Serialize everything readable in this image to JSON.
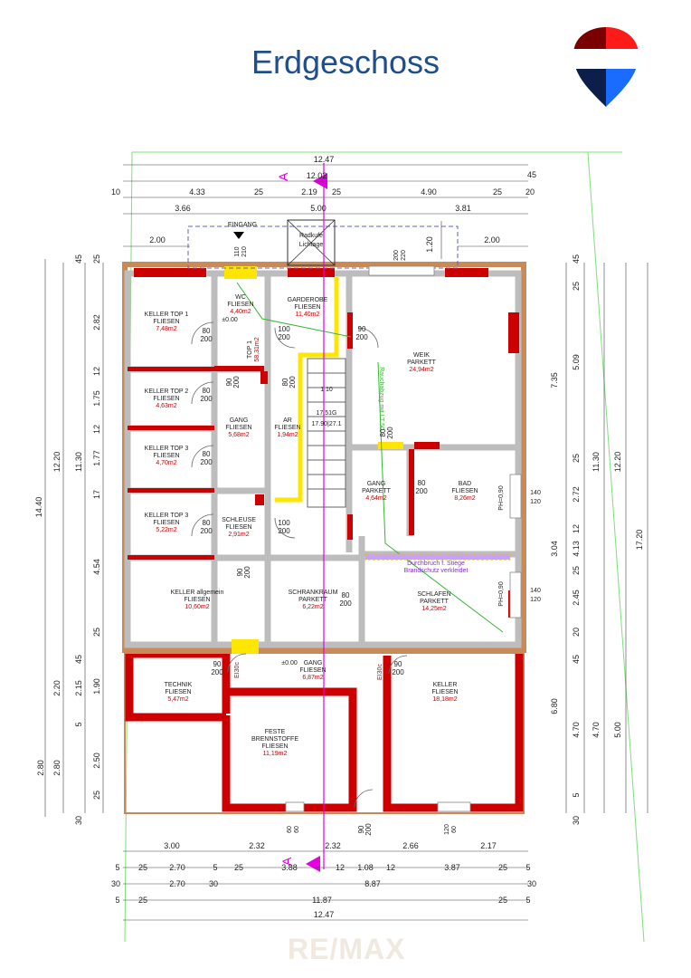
{
  "title": "Erdgeschoss",
  "brand": {
    "watermark": "RE/MAX"
  },
  "colors": {
    "wall_red": "#cc0000",
    "wall_grey": "#bdbdbd",
    "facade_orange": "#c98a58",
    "title_blue": "#1f4e8c",
    "line_green": "#33b833",
    "section_magenta": "#e200e2",
    "yellow": "#ffe600",
    "logo_red": "#ff1a1a",
    "logo_darkred": "#7a0000",
    "logo_blue": "#1a6bff",
    "logo_navy": "#0c1f4a"
  },
  "section_marker": "A",
  "entrance": {
    "label": "EINGANG",
    "dims": [
      "110",
      "210"
    ]
  },
  "terrace": {
    "line1": "Radkufe",
    "line2": "Lichtage"
  },
  "rooms": [
    {
      "name": "KELLER TOP 1",
      "floor": "FLIESEN",
      "area": "7,48m2"
    },
    {
      "name": "KELLER TOP 2",
      "floor": "FLIESEN",
      "area": "4,63m2"
    },
    {
      "name": "KELLER TOP 3",
      "floor": "FLIESEN",
      "area": "4,70m2"
    },
    {
      "name": "KELLER TOP 3",
      "floor": "FLIESEN",
      "area": "5,22m2"
    },
    {
      "name": "KELLER allgemein",
      "floor": "FLIESEN",
      "area": "10,60m2"
    },
    {
      "name": "WC",
      "floor": "FLIESEN",
      "area": "4,40m2"
    },
    {
      "name": "GANG",
      "floor": "FLIESEN",
      "area": "5,68m2"
    },
    {
      "name": "SCHLEUSE",
      "floor": "FLIESEN",
      "area": "2,91m2"
    },
    {
      "name": "GARDEROBE",
      "floor": "FLIESEN",
      "area": "11,40m2"
    },
    {
      "name": "AR",
      "floor": "FLIESEN",
      "area": "1,94m2"
    },
    {
      "name": "WEIK",
      "floor": "PARKETT",
      "area": "24,94m2"
    },
    {
      "name": "GANG",
      "floor": "PARKETT",
      "area": "4,64m2"
    },
    {
      "name": "BAD",
      "floor": "FLIESEN",
      "area": "8,26m2"
    },
    {
      "name": "SCHRANKRAUM",
      "floor": "PARKETT",
      "area": "6,22m2"
    },
    {
      "name": "SCHLAFEN",
      "floor": "PARKETT",
      "area": "14,25m2"
    },
    {
      "name": "TECHNIK",
      "floor": "FLIESEN",
      "area": "5,47m2"
    },
    {
      "name": "GANG",
      "floor": "FLIESEN",
      "area": "6,87m2"
    },
    {
      "name": "KELLER",
      "floor": "FLIESEN",
      "area": "18,18m2"
    },
    {
      "name": "FESTE",
      "floor": "BRENNSTOFFE",
      "area": "FLIESEN",
      "area2": "11,19m2"
    }
  ],
  "top1": {
    "label": "TOP 1",
    "area": "58,31m2"
  },
  "level_marks": [
    "±0.00",
    "±0.00"
  ],
  "door_labels": [
    [
      "80",
      "200"
    ],
    [
      "80",
      "200"
    ],
    [
      "80",
      "200"
    ],
    [
      "80",
      "200"
    ],
    [
      "100",
      "200"
    ],
    [
      "90",
      "200"
    ],
    [
      "90",
      "200"
    ],
    [
      "100",
      "200"
    ],
    [
      "80",
      "200"
    ],
    [
      "90",
      "200"
    ],
    [
      "80",
      "200"
    ],
    [
      "80",
      "200"
    ],
    [
      "80",
      "200"
    ],
    [
      "90",
      "200"
    ],
    [
      "90",
      "200"
    ],
    [
      "90",
      "200"
    ]
  ],
  "stair": {
    "line1": "1 10",
    "line2": "17.51G",
    "line3": "17.90|27.1"
  },
  "misc_notes": {
    "ei30": "EI30c",
    "flue": "Durchbruch f. Stiege",
    "brand": "Brandschutz verkleidet",
    "pipe": "Rauchabzug mit LT 50"
  },
  "ph_labels": [
    "PH=0,90",
    "PH=0,90"
  ],
  "window_labels": [
    [
      "140",
      "120"
    ],
    [
      "140",
      "120"
    ],
    [
      "200",
      "220"
    ],
    [
      "60",
      "60"
    ],
    [
      "120",
      "60"
    ]
  ],
  "top_dims": {
    "row1": [
      "12.47",
      "45"
    ],
    "row2": [
      "12.02"
    ],
    "row3": [
      "10",
      "4.33",
      "25",
      "2.19",
      "25",
      "4.90",
      "25",
      "20"
    ],
    "row4": [
      "3.66",
      "5.00",
      "3.81"
    ],
    "row5": [
      "2.00",
      "1.20",
      "2.00"
    ]
  },
  "bottom_dims": {
    "row1": [
      "3.00",
      "2.32",
      "2.32",
      "2.66",
      "2.17"
    ],
    "row2": [
      "5",
      "25",
      "2.70",
      "5",
      "25",
      "3.88",
      "12",
      "1.08",
      "12",
      "3.87",
      "25",
      "5"
    ],
    "row3": [
      "30",
      "2.70",
      "30",
      "8.87",
      "30"
    ],
    "row4": [
      "5",
      "25",
      "11.87",
      "25",
      "5"
    ],
    "row5": [
      "12.47"
    ]
  },
  "left_dims": {
    "col1": [
      "14.40"
    ],
    "col2": [
      "12.20",
      "2.80"
    ],
    "col3": [
      "11.30",
      "2.20",
      "2.80"
    ],
    "col4": [
      "45",
      "25",
      "2.82",
      "12",
      "1.75",
      "12",
      "1.77",
      "17",
      "4.54",
      "25",
      "45",
      "2.15",
      "1.90",
      "5",
      "2.50",
      "25",
      "30"
    ]
  },
  "right_dims": {
    "col1": [
      "45",
      "25",
      "5.09",
      "25",
      "2.72",
      "12",
      "4.13",
      "25",
      "2.45",
      "20",
      "45",
      "4.70",
      "5",
      "30"
    ],
    "col2": [
      "7.35",
      "3.04",
      "6.80"
    ],
    "col3": [
      "11.30",
      "4.70"
    ],
    "col4": [
      "12.20",
      "5.00"
    ],
    "col5": [
      "17.20"
    ]
  }
}
